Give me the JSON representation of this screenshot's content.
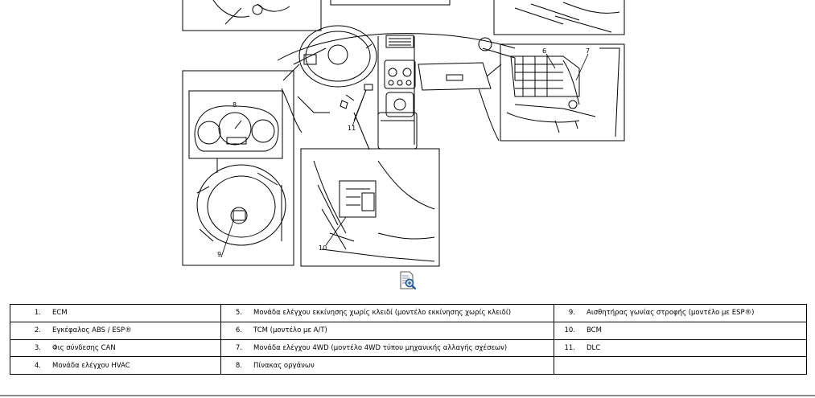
{
  "diagram": {
    "callouts": [
      "6",
      "7",
      "8",
      "9",
      "10",
      "11"
    ]
  },
  "zoom_icon": "zoom-in-document-icon",
  "legend": {
    "items": [
      {
        "num": "1.",
        "text": "ECM"
      },
      {
        "num": "2.",
        "text": "Εγκέφαλος ABS / ESP®"
      },
      {
        "num": "3.",
        "text": "Φις σύνδεσης CAN"
      },
      {
        "num": "4.",
        "text": "Μονάδα ελέγχου HVAC"
      },
      {
        "num": "5.",
        "text": "Μονάδα ελέγχου εκκίνησης χωρίς κλειδί (μοντέλο εκκίνησης χωρίς κλειδί)"
      },
      {
        "num": "6.",
        "text": "TCM (μοντέλο με A/T)"
      },
      {
        "num": "7.",
        "text": "Μονάδα ελέγχου 4WD (μοντέλο 4WD τύπου μηχανικής αλλαγής σχέσεων)"
      },
      {
        "num": "8.",
        "text": "Πίνακας οργάνων"
      },
      {
        "num": "9.",
        "text": "Αισθητήρας γωνίας στροφής (μοντέλο με ESP®)"
      },
      {
        "num": "10.",
        "text": "BCM"
      },
      {
        "num": "11.",
        "text": "DLC"
      }
    ]
  }
}
